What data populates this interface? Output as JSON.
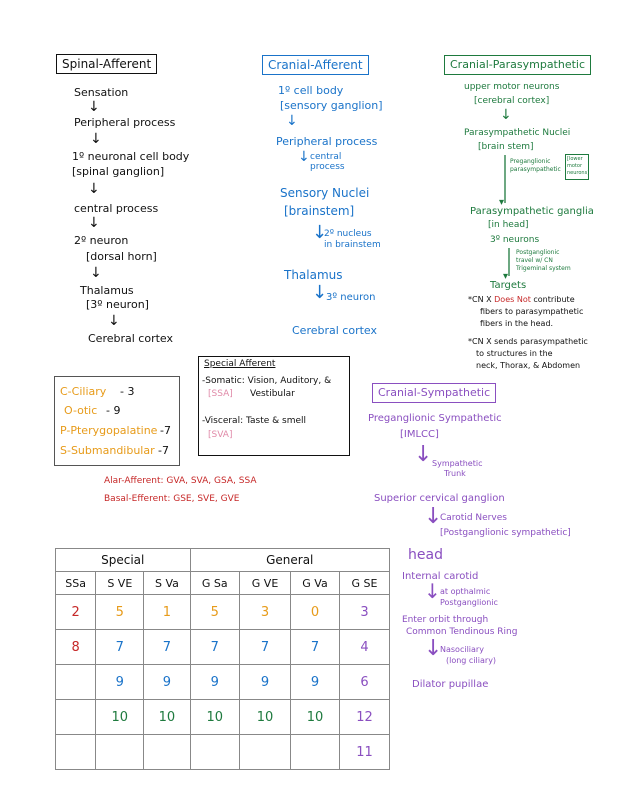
{
  "spinal_afferent": {
    "title": "Spinal-Afferent",
    "steps": [
      "Sensation",
      "Peripheral process",
      "1º neuronal cell body",
      "[spinal ganglion]",
      "central process",
      "2º neuron",
      "[dorsal horn]",
      "Thalamus",
      "[3º neuron]",
      "Cerebral cortex"
    ]
  },
  "cranial_afferent": {
    "title": "Cranial-Afferent",
    "steps": [
      "1º cell body",
      "[sensory ganglion]",
      "Peripheral process",
      "central",
      "process",
      "Sensory Nuclei",
      "[brainstem]",
      "2º nucleus",
      "in brainstem",
      "Thalamus",
      "3º neuron",
      "Cerebral cortex"
    ]
  },
  "cranial_parasympathetic": {
    "title": "Cranial-Parasympathetic",
    "lines": [
      "upper motor neurons",
      "[cerebral cortex]",
      "Parasympathetic Nuclei",
      "[brain stem]",
      "Preganglionic",
      "parasympathetic",
      "[lower",
      "motor",
      "neurons]",
      "Parasympathetic ganglia",
      "[in head]",
      "3º neurons",
      "Postganglionic",
      "travel w/ CN",
      "Trigeminal system",
      "Targets"
    ],
    "note1_prefix": "*CN X",
    "note1_highlight": "Does Not",
    "note1_rest": "contribute",
    "note1_lines": [
      "fibers to parasympathetic",
      "fibers in the head."
    ],
    "note2_lines": [
      "*CN X sends parasympathetic",
      "to structures in the",
      "neck, Thorax, & Abdomen"
    ]
  },
  "mnemonic": {
    "items": [
      {
        "label": "C-Ciliary",
        "value": "- 3"
      },
      {
        "label": "O-otic",
        "value": "- 9"
      },
      {
        "label": "P-Pterygopalatine",
        "value": "-7"
      },
      {
        "label": "S-Submandibular",
        "value": "-7"
      }
    ]
  },
  "special_afferent": {
    "title": "Special Afferent",
    "somatic_label": "-Somatic:",
    "somatic_text": "Vision, Auditory, &",
    "somatic_code": "[SSA]",
    "somatic_text2": "Vestibular",
    "visceral_label": "-Visceral:",
    "visceral_text": "Taste & smell",
    "visceral_code": "[SVA]"
  },
  "alar_basal": {
    "alar": "Alar-Afferent: GVA, SVA, GSA, SSA",
    "basal": "Basal-Efferent: GSE, SVE, GVE"
  },
  "cranial_sympathetic": {
    "title": "Cranial-Sympathetic",
    "lines": [
      "Preganglionic Sympathetic",
      "[IMLCC]",
      "Sympathetic",
      "Trunk",
      "Superior cervical ganglion",
      "Carotid Nerves",
      "[Postganglionic sympathetic]",
      "head",
      "Internal carotid",
      "at opthalmic",
      "Postganglionic",
      "Enter orbit through",
      "Common Tendinous Ring",
      "Nasociliary",
      "(long ciliary)",
      "Dilator pupillae"
    ]
  },
  "nerve_table": {
    "group_special": "Special",
    "group_general": "General",
    "headers": [
      "SSa",
      "S VE",
      "S Va",
      "G Sa",
      "G VE",
      "G Va",
      "G SE"
    ],
    "rows": [
      [
        "2",
        "5",
        "1",
        "5",
        "3",
        "0",
        "3"
      ],
      [
        "8",
        "7",
        "7",
        "7",
        "7",
        "7",
        "4"
      ],
      [
        "",
        "9",
        "9",
        "9",
        "9",
        "9",
        "6"
      ],
      [
        "",
        "10",
        "10",
        "10",
        "10",
        "10",
        "12"
      ],
      [
        "",
        "",
        "",
        "",
        "",
        "",
        "11"
      ]
    ],
    "colors": [
      "#c62828",
      "#e79b1a",
      "#e79b1a",
      "#e79b1a",
      "#e79b1a",
      "#e79b1a",
      "#8a4fc0"
    ],
    "row_colors": [
      "",
      "#1a73c9",
      "#1a73c9",
      "#1e7a3e"
    ]
  }
}
